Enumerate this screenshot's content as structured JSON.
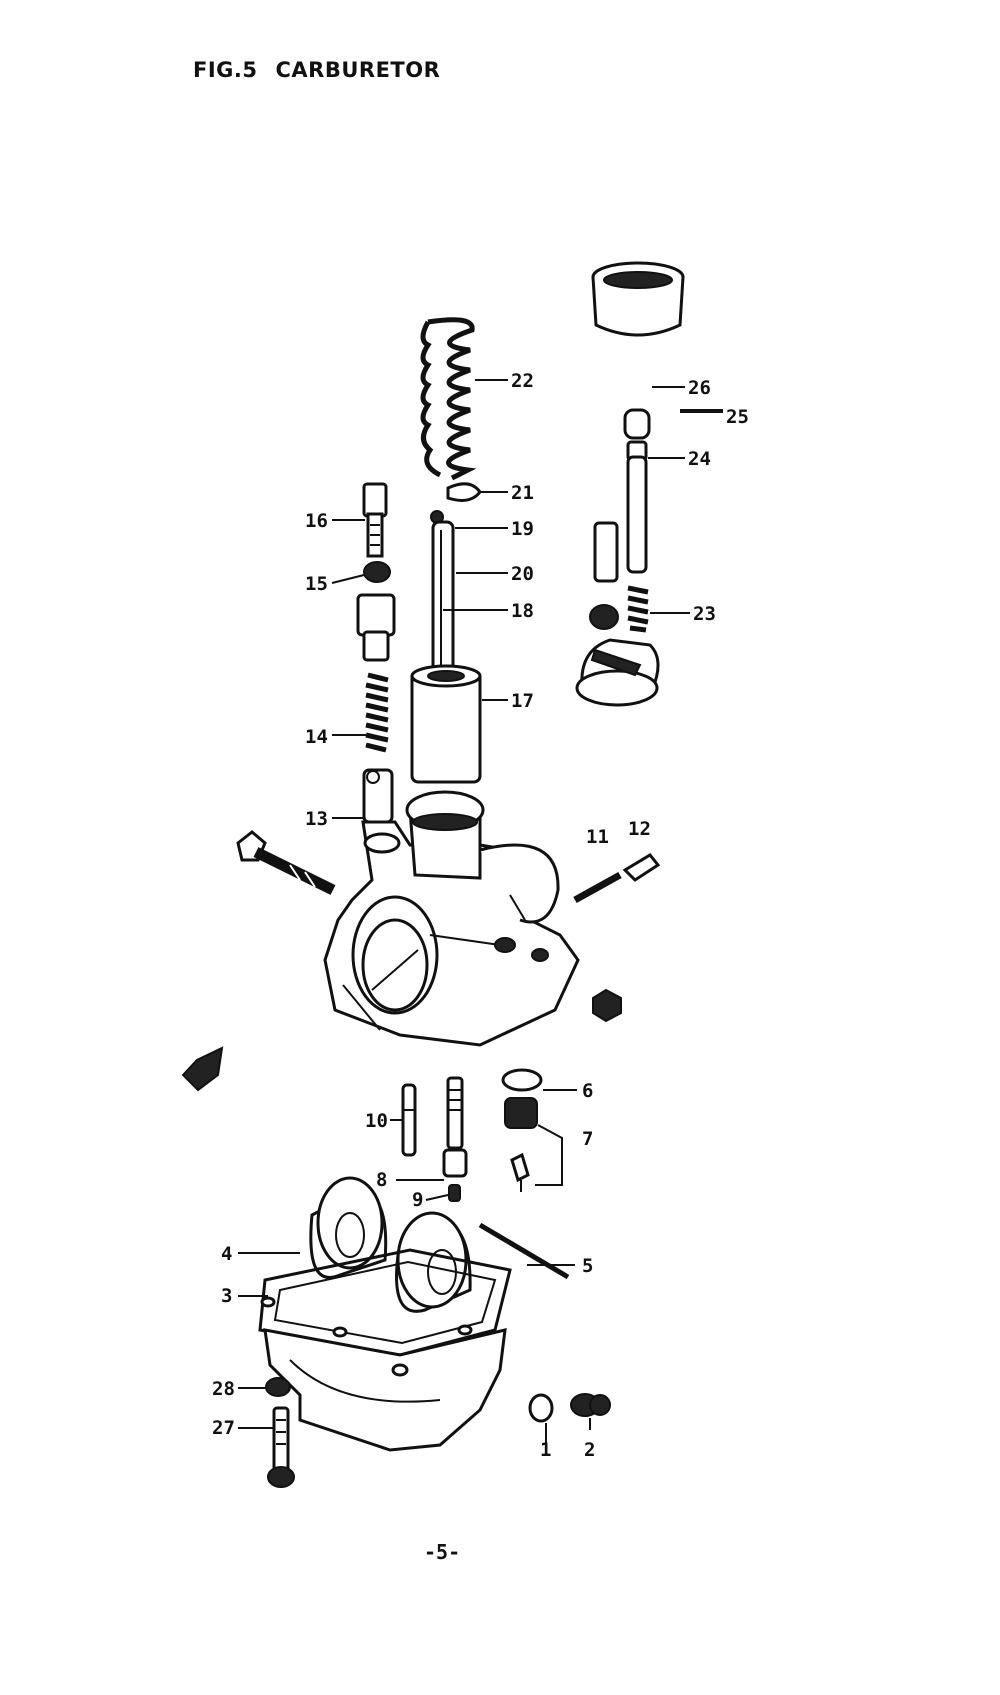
{
  "header": {
    "fig": "FIG.5",
    "title": "CARBURETOR"
  },
  "labels": {
    "p1": "1",
    "p2": "2",
    "p3": "3",
    "p4": "4",
    "p5": "5",
    "p6": "6",
    "p7": "7",
    "p8": "8",
    "p9": "9",
    "p10": "10",
    "p11": "11",
    "p12": "12",
    "p13": "13",
    "p14": "14",
    "p15": "15",
    "p16": "16",
    "p17": "17",
    "p18": "18",
    "p19": "19",
    "p20": "20",
    "p21": "21",
    "p22": "22",
    "p23": "23",
    "p24": "24",
    "p25": "25",
    "p26": "26",
    "p27": "27",
    "p28": "28"
  },
  "footer": {
    "page": "-5-"
  }
}
